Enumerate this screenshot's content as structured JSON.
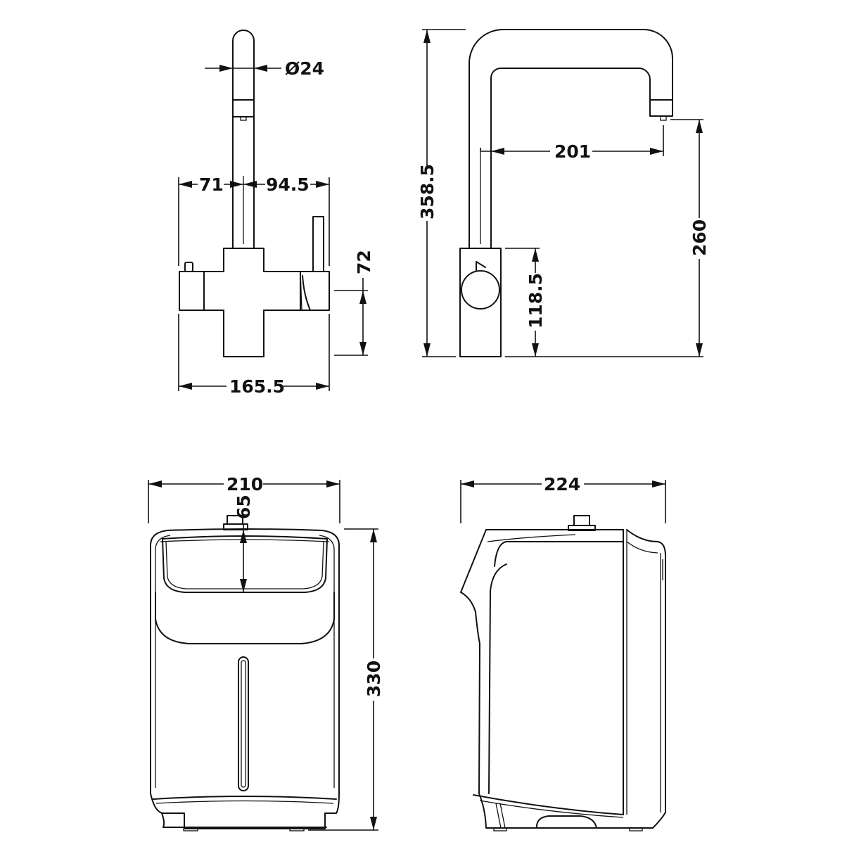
{
  "diagram": {
    "subject": "Boiling water tap and under-sink tank technical drawing",
    "units": "mm",
    "line_color": "#111111",
    "background": "#ffffff",
    "views": {
      "tap_front": {
        "labels": {
          "spout_diameter": "Ø24",
          "left_offset": "71",
          "right_offset": "94.5",
          "body_height": "72",
          "overall_width": "165.5"
        }
      },
      "tap_side": {
        "labels": {
          "overall_height": "358.5",
          "spout_reach": "201",
          "spout_clearance": "260",
          "body_height": "118.5"
        }
      },
      "tank_front": {
        "labels": {
          "width": "210",
          "connector_height": "65",
          "height": "330"
        }
      },
      "tank_side": {
        "labels": {
          "depth": "224"
        }
      }
    }
  }
}
